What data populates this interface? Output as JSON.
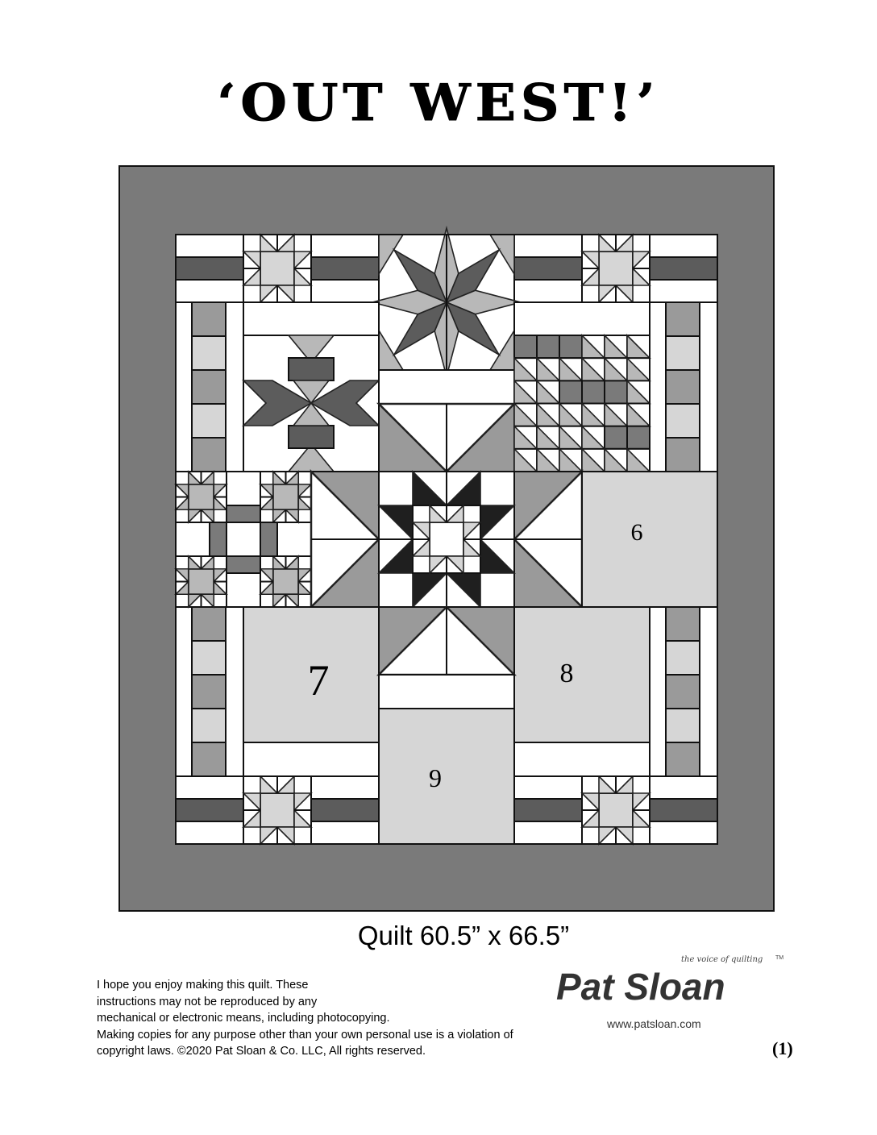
{
  "title": "‘OUT WEST!’",
  "quilt": {
    "block_numbers": {
      "b6": "6",
      "b7": "7",
      "b8": "8",
      "b9": "9"
    },
    "colors": {
      "border": "#7a7a7a",
      "dark": "#5c5c5c",
      "medium": "#9a9a9a",
      "light": "#d6d6d6",
      "silver": "#b8b8b8",
      "black": "#1f1f1f",
      "white": "#ffffff"
    }
  },
  "caption": "Quilt 60.5” x 66.5”",
  "notice": [
    "I hope you enjoy making this quilt. These",
    "instructions may not be reproduced by any",
    "mechanical or electronic means, including photocopying.",
    "Making copies for any purpose other than your own personal use is a violation of",
    "copyright laws. ©2020 Pat Sloan & Co. LLC, All rights reserved."
  ],
  "logo": {
    "name": "Pat Sloan",
    "tagline": "the voice of quilting",
    "tm": "TM",
    "url": "www.patsloan.com"
  },
  "page_number": "(1)"
}
